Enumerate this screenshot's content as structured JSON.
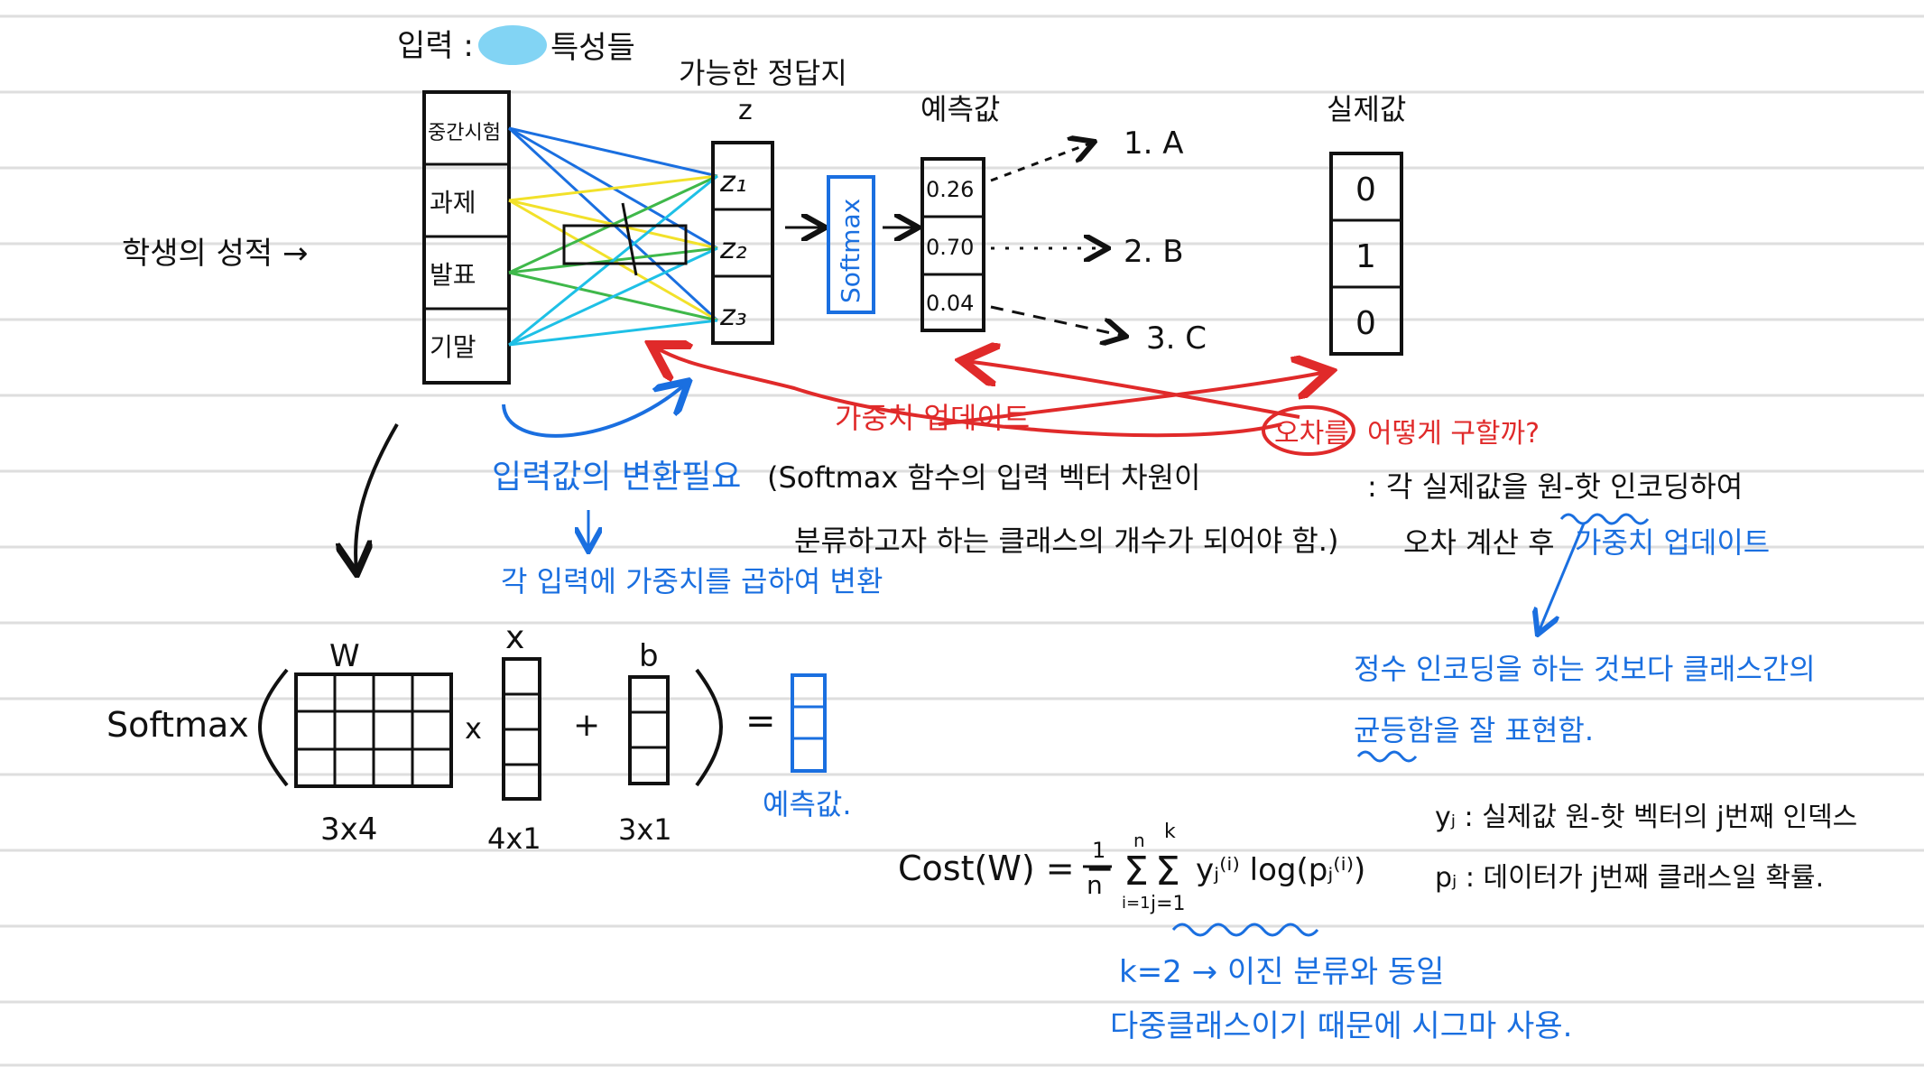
{
  "colors": {
    "ink": "#111111",
    "blue": "#1a6fe0",
    "red": "#e02a2a",
    "yellow": "#f2e12a",
    "green": "#3fb84a",
    "cyan": "#1ec0e6",
    "rule_line": "#dedede"
  },
  "top": {
    "input_title_prefix": "입력 :",
    "input_title_suffix": "특성들",
    "student_grades": "학생의 성적 →",
    "input_features": [
      "중간시험",
      "과제",
      "발표",
      "기말"
    ],
    "possible_answers_title": "가능한 정답지",
    "z_label": "z",
    "z_items": [
      "z₁",
      "z₂",
      "z₃"
    ],
    "softmax_box": "Softmax",
    "prediction_title": "예측값",
    "predictions": [
      "0.26",
      "0.70",
      "0.04"
    ],
    "classes": [
      "1. A",
      "2. B",
      "3. C"
    ],
    "actual_title": "실제값",
    "actual_values": [
      "0",
      "1",
      "0"
    ],
    "weight_update": "가중치 업데이트",
    "error_question_word": "오차를",
    "error_question_rest": "어떻게 구할까?",
    "note_line1": ": 각 실제값을 원-핫 인코딩하여",
    "note_line2_black": "오차 계산 후",
    "note_line2_blue": "가중치 업데이트",
    "onehot_line1": "정수 인코딩을 하는 것보다 클래스간의",
    "onehot_line2": "균등함을 잘 표현함."
  },
  "middle": {
    "transform_needed": "입력값의 변환필요",
    "transform_reason_line1": "(Softmax 함수의 입력 벡터 차원이",
    "transform_reason_line2": "분류하고자 하는 클래스의 개수가 되어야 함.)",
    "multiply_weights": "각 입력에 가중치를 곱하여 변환"
  },
  "formula": {
    "softmax": "Softmax",
    "W": "W",
    "x_label": "x",
    "times": "x",
    "plus": "+",
    "b": "b",
    "equals": "=",
    "dim_W": "3x4",
    "dim_x": "4x1",
    "dim_b": "3x1",
    "prediction": "예측값."
  },
  "cost": {
    "lhs": "Cost(W) = −",
    "frac_num": "1",
    "frac_den": "n",
    "sum1_top": "n",
    "sum1_bot": "i=1",
    "sum2_top": "k",
    "sum2_bot": "j=1",
    "body": "yⱼ⁽ⁱ⁾ log(pⱼ⁽ⁱ⁾)",
    "yj_def": "yⱼ : 실제값 원-핫 벡터의 j번째 인덱스",
    "pj_def": "pⱼ : 데이터가 j번째 클래스일 확률.",
    "k2_note": "k=2 → 이진 분류와 동일",
    "multiclass_note": "다중클래스이기 때문에 시그마 사용."
  }
}
